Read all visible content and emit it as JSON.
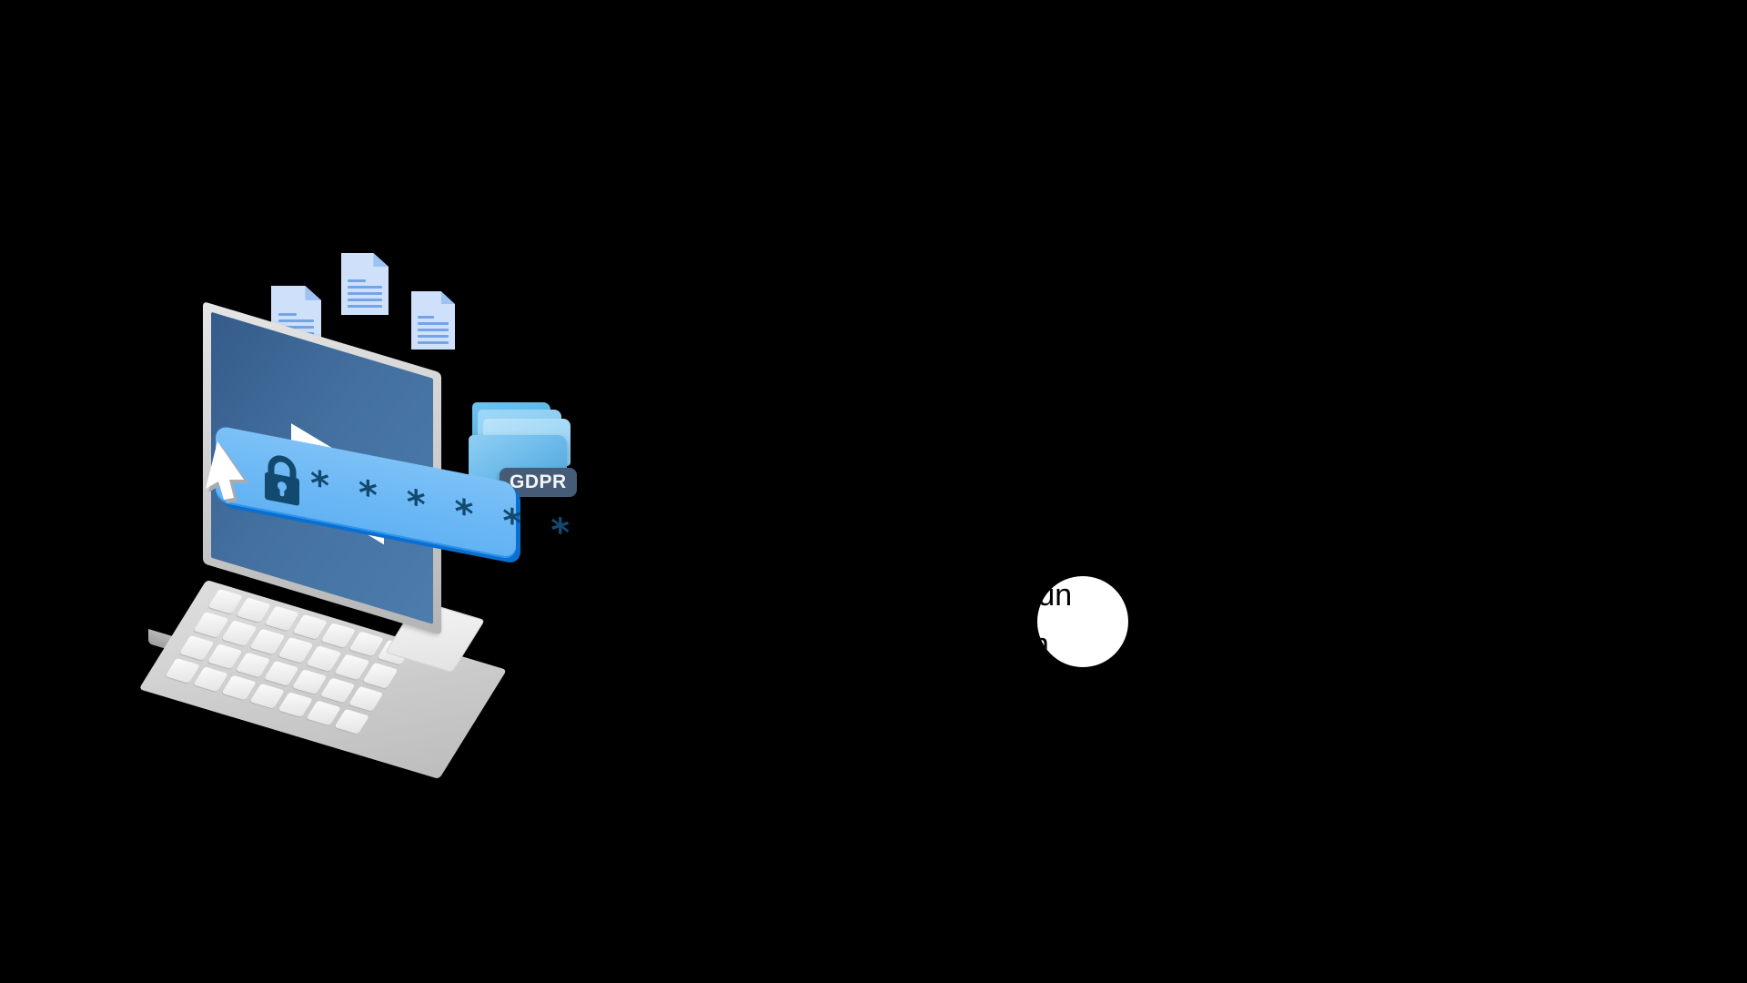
{
  "scene": {
    "title": "GDPR personal data protection illustration",
    "background_color": "#000000"
  },
  "documents": {
    "icon_name": "document-icon",
    "count": 3,
    "fill_color": "#cfe1fa",
    "line_color": "#73a5e6",
    "items": [
      {
        "label": "document-1"
      },
      {
        "label": "document-2"
      },
      {
        "label": "document-3"
      }
    ]
  },
  "laptop": {
    "screen_color": "#43709f",
    "bezel_color": "#cfcfcf",
    "base_color": "#cacaca",
    "id_card": {
      "icon_name": "user-id-card-icon",
      "card_color": "#ffffff",
      "silhouette_color": "#3a6ea5"
    }
  },
  "folder": {
    "label": "GDPR",
    "badge_color": "#455b76",
    "badge_text_color": "#f2f5f8",
    "folder_color": "#68b7e8",
    "icon_name": "folder-icon"
  },
  "password_field": {
    "masked_value": "* * * * * *",
    "mask_character": "*",
    "mask_count": 6,
    "bar_color": "#6cb8f5",
    "bar_edge_color": "#0a6fd0",
    "text_color": "#12496f",
    "lock_icon_name": "lock-icon",
    "cursor_icon_name": "cursor-arrow-icon"
  },
  "caption": {
    "line_1": "e l'un",
    "line_2": "con",
    "full_text_visible": "e l'un con",
    "circle_color": "#ffffff",
    "text_color": "#000000"
  }
}
